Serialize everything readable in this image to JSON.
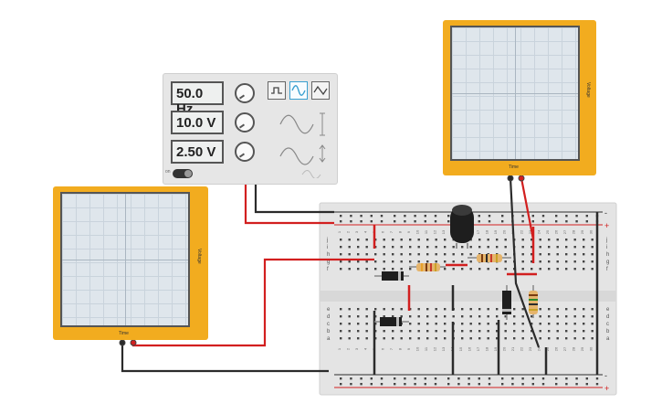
{
  "function_generator": {
    "frequency": "50.0 Hz",
    "amplitude": "10.0 V",
    "dc_offset": "2.50 V",
    "power_label": "on",
    "waveforms": [
      "square-wave-icon",
      "sine-wave-icon",
      "triangle-wave-icon"
    ],
    "selected_waveform": "sine"
  },
  "oscilloscope_right": {
    "x_axis_label": "Time",
    "y_axis_label": "Voltage"
  },
  "oscilloscope_left": {
    "x_axis_label": "Time",
    "y_axis_label": "Voltage"
  },
  "breadboard": {
    "column_numbers_top": [
      "1",
      "2",
      "3",
      "4",
      "5",
      "6",
      "7",
      "8",
      "9",
      "10",
      "11",
      "12",
      "13",
      "14",
      "15",
      "16",
      "17",
      "18",
      "19",
      "20",
      "21",
      "22",
      "23",
      "24",
      "25",
      "26",
      "27",
      "28",
      "29",
      "30"
    ],
    "row_letters_upper": [
      "j",
      "i",
      "h",
      "g",
      "f"
    ],
    "row_letters_lower": [
      "e",
      "d",
      "c",
      "b",
      "a"
    ],
    "rail_symbols": [
      "-",
      "+"
    ]
  },
  "colors": {
    "wire_red": "#d21f1f",
    "wire_black": "#2b2b2b",
    "scope_frame": "#f2ac1f",
    "board": "#e4e4e4"
  }
}
